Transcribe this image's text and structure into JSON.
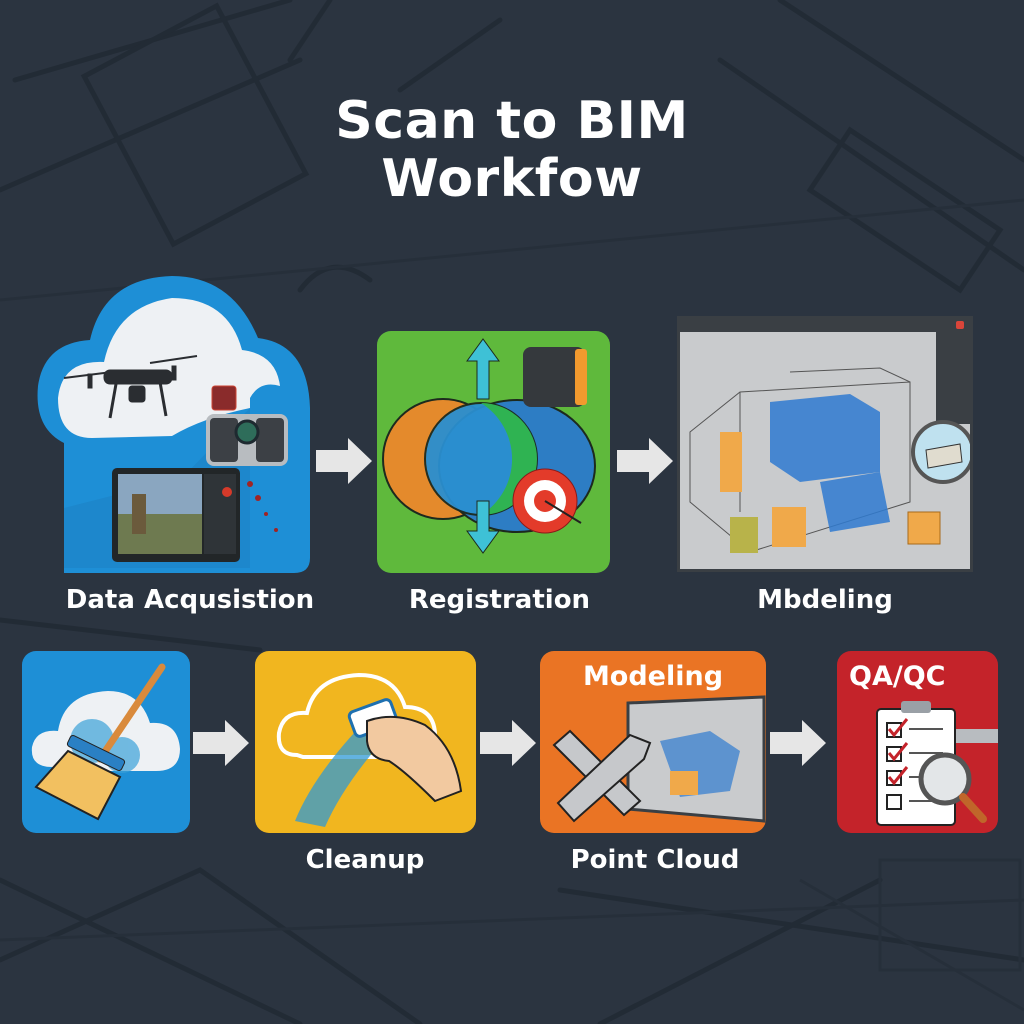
{
  "title": {
    "line1": "Scan to BIM",
    "line2": "Workfow"
  },
  "top_row": [
    {
      "id": "data-acquisition",
      "label": "Data Acqusistion",
      "color": "#1e8fd6",
      "icon": "drone-scanner-tablet-cloud-icon"
    },
    {
      "id": "registration",
      "label": "Registration",
      "color": "#5fb93c",
      "icon": "overlapping-scans-target-icon"
    },
    {
      "id": "modeling-top",
      "label": "Mbdeling",
      "color": "#9a9ea3",
      "icon": "bim-model-window-icon"
    }
  ],
  "bottom_row": [
    {
      "id": "sweep",
      "label": "",
      "color": "#1e8fd6",
      "icon": "broom-cloud-icon"
    },
    {
      "id": "cleanup",
      "label": "Cleanup",
      "color": "#f1b61f",
      "icon": "eraser-hand-cloud-icon"
    },
    {
      "id": "point-cloud",
      "label": "Point Cloud",
      "tile_title": "Modeling",
      "color": "#ea7424",
      "icon": "wrench-hammer-model-icon"
    },
    {
      "id": "qa-qc",
      "label": "",
      "tile_title": "QA/QC",
      "color": "#c4232a",
      "icon": "checklist-magnifier-icon"
    }
  ],
  "colors": {
    "background": "#2b3440",
    "arrow": "#e6e6e6",
    "text": "#ffffff"
  }
}
